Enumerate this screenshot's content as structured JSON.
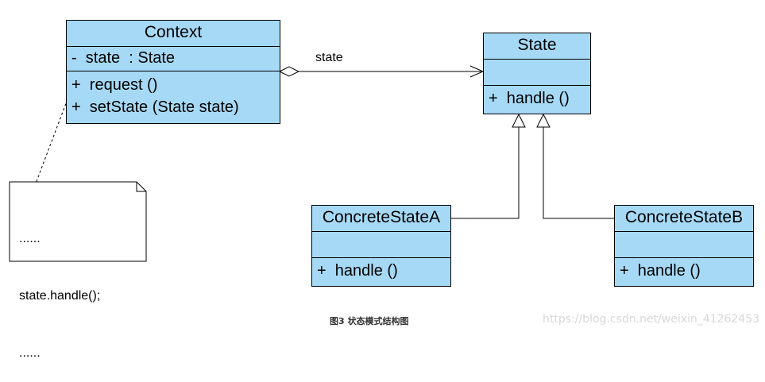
{
  "classes": {
    "context": {
      "name": "Context",
      "attributes": [
        "-  state  : State"
      ],
      "operations": [
        "+  request ()",
        "+  setState (State state)"
      ]
    },
    "state": {
      "name": "State",
      "operations": [
        "+  handle ()"
      ]
    },
    "concrete_a": {
      "name": "ConcreteStateA",
      "operations": [
        "+  handle ()"
      ]
    },
    "concrete_b": {
      "name": "ConcreteStateB",
      "operations": [
        "+  handle ()"
      ]
    }
  },
  "note": {
    "lines": [
      "......",
      "state.handle();",
      "......"
    ]
  },
  "association": {
    "label": "state"
  },
  "caption": "图3 状态模式结构图",
  "watermark": "https://blog.csdn.net/weixin_41262453",
  "colors": {
    "class_fill": "#a6d9f5",
    "stroke": "#000000"
  }
}
